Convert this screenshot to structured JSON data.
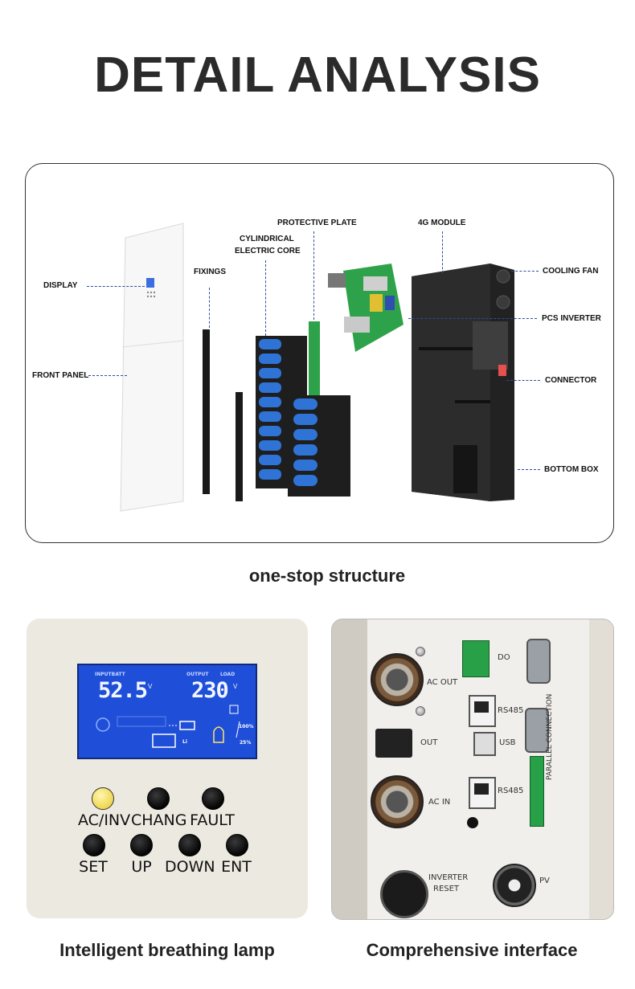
{
  "header": {
    "title": "DETAIL ANALYSIS"
  },
  "exploded_view": {
    "callouts": {
      "display": "DISPLAY",
      "front_panel": "FRONT PANEL",
      "fixings": "FIXINGS",
      "cylindrical_line1": "CYLINDRICAL",
      "cylindrical_line2": "ELECTRIC CORE",
      "protective_plate": "PROTECTIVE PLATE",
      "module_4g": "4G MODULE",
      "cooling_fan": "COOLING FAN",
      "pcs_inverter": "PCS INVERTER",
      "connector": "CONNECTOR",
      "bottom_box": "BOTTOM BOX"
    },
    "caption": "one-stop structure"
  },
  "control_panel": {
    "lcd": {
      "input_label": "INPUTBATT",
      "output_label": "OUTPUT",
      "load_label": "LOAD",
      "input_value": "52.5",
      "input_unit": "V",
      "output_value": "230",
      "output_unit": "V",
      "pct_100": "100%",
      "pct_25": "25%",
      "li_label": "Li"
    },
    "buttons": [
      {
        "label": "AC/INV"
      },
      {
        "label": "CHANG"
      },
      {
        "label": "FAULT"
      },
      {
        "label": "SET"
      },
      {
        "label": "UP"
      },
      {
        "label": "DOWN"
      },
      {
        "label": "ENT"
      }
    ],
    "caption": "Intelligent breathing lamp"
  },
  "interface_panel": {
    "labels": {
      "ac_out": "AC OUT",
      "do": "DO",
      "rs485_top": "RS485",
      "usb": "USB",
      "out": "OUT",
      "rs485_bottom": "RS485",
      "ac_in": "AC IN",
      "inverter_line1": "INVERTER",
      "inverter_line2": "RESET",
      "pv": "PV",
      "parallel": "PARALLEL CONNECTION"
    },
    "caption": "Comprehensive interface"
  },
  "colors": {
    "accent_blue": "#2a4d9b",
    "lcd_blue": "#1f4fd8",
    "battery_cell": "#2f73d6",
    "pcb_green": "#2ea24a",
    "lamp_yellow": "#f0d750"
  }
}
